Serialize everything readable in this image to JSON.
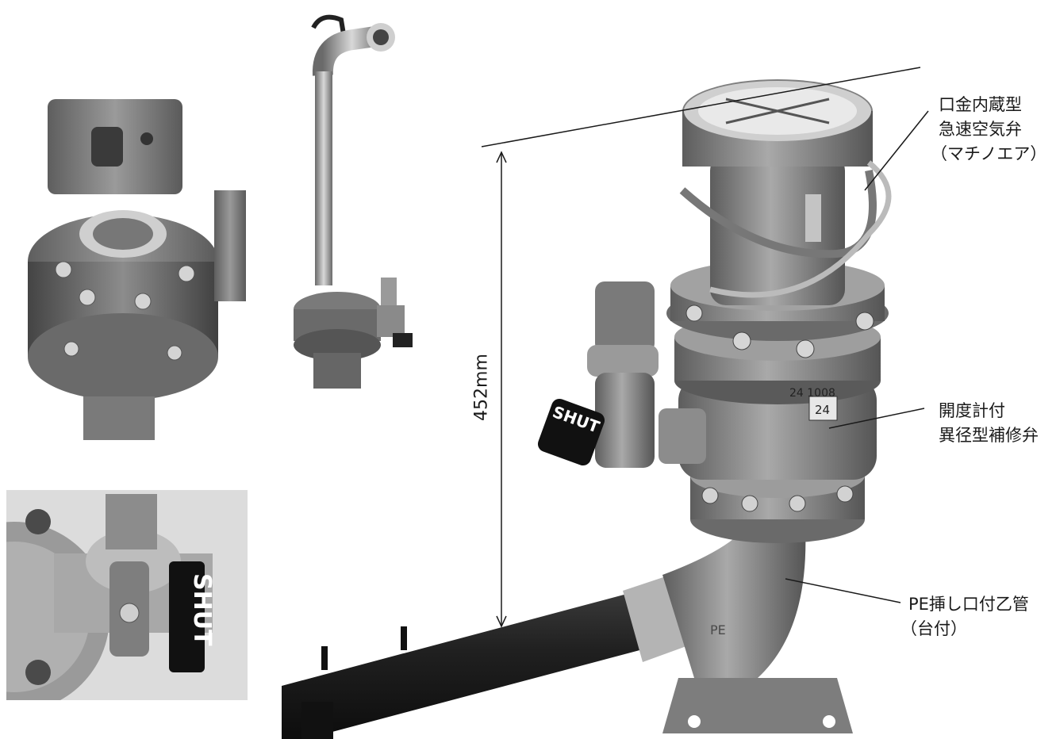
{
  "dimension": {
    "height_label": "452mm"
  },
  "callouts": {
    "air_valve": {
      "line1": "口金内蔵型",
      "line2": "急速空気弁",
      "line3": "（マチノエア）"
    },
    "repair_valve": {
      "line1": "開度計付",
      "line2": "異径型補修弁"
    },
    "pe_pipe": {
      "line1": "PE挿し口付乙管",
      "line2": "（台付）"
    }
  },
  "photo_labels": {
    "valve_tag": "24",
    "flange_marking": "24 1008",
    "handle_tag": "SHUT",
    "pipe_marking": "PE"
  },
  "colors": {
    "valve_gray": "#8a8a8a",
    "pipe_black": "#1c1c1c",
    "metal_silver": "#c8c8c8"
  }
}
